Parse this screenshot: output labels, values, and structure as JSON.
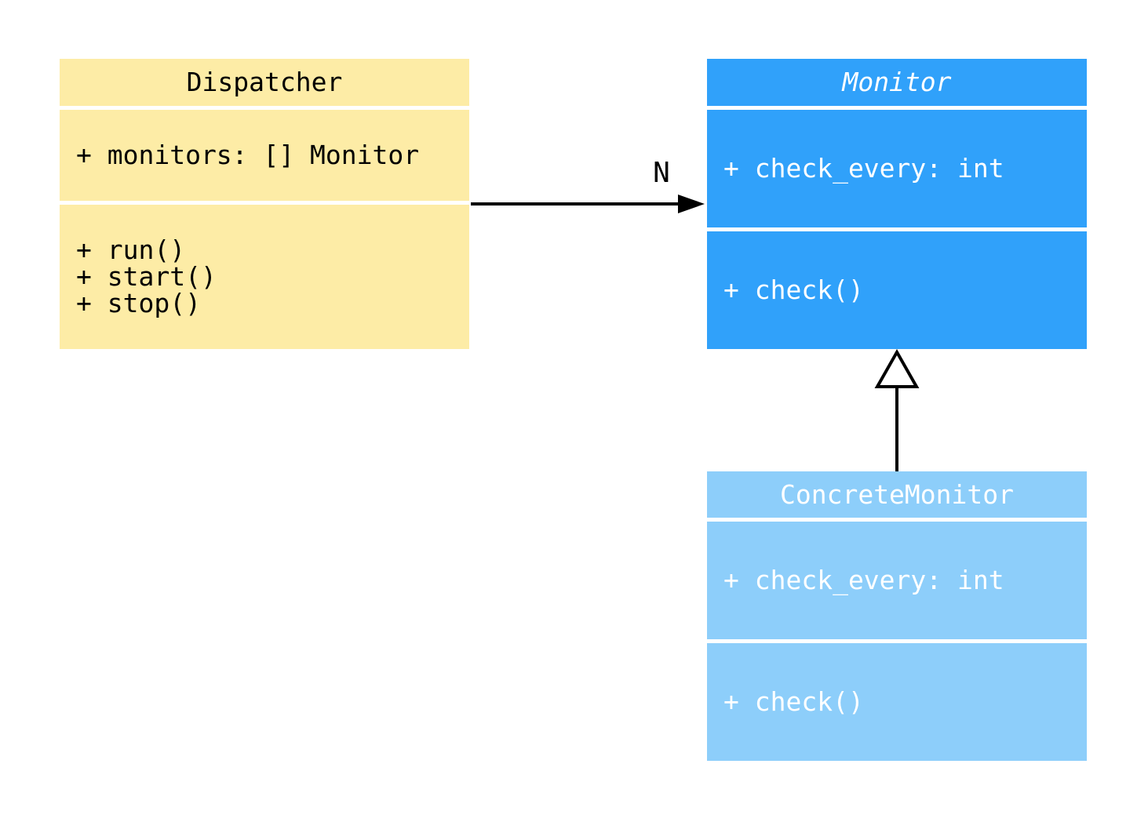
{
  "diagram": {
    "classes": [
      {
        "name": "Dispatcher",
        "title_style": "normal",
        "fill": "#FDECA6",
        "text_color": "#000000",
        "attributes": [
          "+ monitors: [] Monitor"
        ],
        "methods": [
          "+ run()",
          "+ start()",
          "+ stop()"
        ]
      },
      {
        "name": "Monitor",
        "title_style": "italic",
        "fill": "#30A1FA",
        "text_color": "#FFFFFF",
        "attributes": [
          "+ check_every: int"
        ],
        "methods": [
          "+ check()"
        ]
      },
      {
        "name": "ConcreteMonitor",
        "title_style": "normal",
        "fill": "#8DCEFA",
        "text_color": "#FFFFFF",
        "attributes": [
          "+ check_every: int"
        ],
        "methods": [
          "+ check()"
        ]
      }
    ],
    "relations": [
      {
        "type": "association",
        "from": "Dispatcher",
        "to": "Monitor",
        "label": "N"
      },
      {
        "type": "inheritance",
        "from": "ConcreteMonitor",
        "to": "Monitor",
        "label": ""
      }
    ],
    "line_color": "#000000",
    "background_color": "#FFFFFF"
  }
}
